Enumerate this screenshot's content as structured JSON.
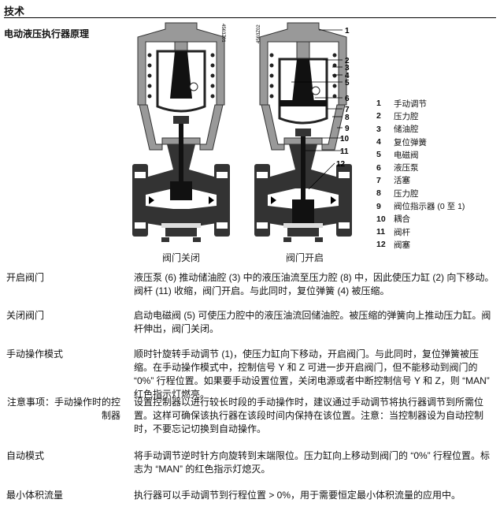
{
  "header": {
    "title": "技术"
  },
  "section_title": "电动液压执行器原理",
  "figure": {
    "codes": [
      "4563Z01",
      "4563Z02"
    ],
    "captions": [
      "阀门关闭",
      "阀门开启"
    ],
    "callouts": [
      "1",
      "2",
      "3",
      "4",
      "5",
      "6",
      "7",
      "8",
      "9",
      "10",
      "11",
      "12"
    ]
  },
  "legend": [
    {
      "n": "1",
      "t": "手动调节"
    },
    {
      "n": "2",
      "t": "压力腔"
    },
    {
      "n": "3",
      "t": "储油腔"
    },
    {
      "n": "4",
      "t": "复位弹簧"
    },
    {
      "n": "5",
      "t": "电磁阀"
    },
    {
      "n": "6",
      "t": "液压泵"
    },
    {
      "n": "7",
      "t": "活塞"
    },
    {
      "n": "8",
      "t": "压力腔"
    },
    {
      "n": "9",
      "t": "阀位指示器 (0 至 1)"
    },
    {
      "n": "10",
      "t": "耦合"
    },
    {
      "n": "11",
      "t": "阀杆"
    },
    {
      "n": "12",
      "t": "阀塞"
    }
  ],
  "sections": [
    {
      "label": "开启阀门",
      "text": "液压泵 (6) 推动储油腔 (3) 中的液压油流至压力腔 (8) 中，因此使压力缸 (2) 向下移动。阀杆 (11) 收缩，阀门开启。与此同时，复位弹簧 (4) 被压缩。"
    },
    {
      "label": "关闭阀门",
      "text": "启动电磁阀 (5) 可使压力腔中的液压油流回储油腔。被压缩的弹簧向上推动压力缸。阀杆伸出，阀门关闭。"
    },
    {
      "label": "手动操作模式",
      "text": "顺时针旋转手动调节 (1)，使压力缸向下移动，开启阀门。与此同时，复位弹簧被压缩。在手动操作模式中，控制信号 Y 和 Z 可进一步开启阀门，但不能移动到阀门的 “0%” 行程位置。如果要手动设置位置，关闭电源或者中断控制信号 Y 和 Z，则 “MAN” 红色指示灯燃亮。"
    },
    {
      "label": "注意事项：手动操作时的控制器",
      "text": "设置控制器以进行较长时段的手动操作时，建议通过手动调节将执行器调节到所需位置。这样可确保该执行器在该段时间内保持在该位置。注意：当控制器设为自动控制时，不要忘记切换到自动操作。"
    },
    {
      "label": "自动模式",
      "text": "将手动调节逆时针方向旋转到末端限位。压力缸向上移动到阀门的 “0%” 行程位置。标志为 “MAN” 的红色指示灯熄灭。"
    },
    {
      "label": "最小体积流量",
      "text": "执行器可以手动调节到行程位置 > 0%，用于需要恒定最小体积流量的应用中。"
    }
  ]
}
